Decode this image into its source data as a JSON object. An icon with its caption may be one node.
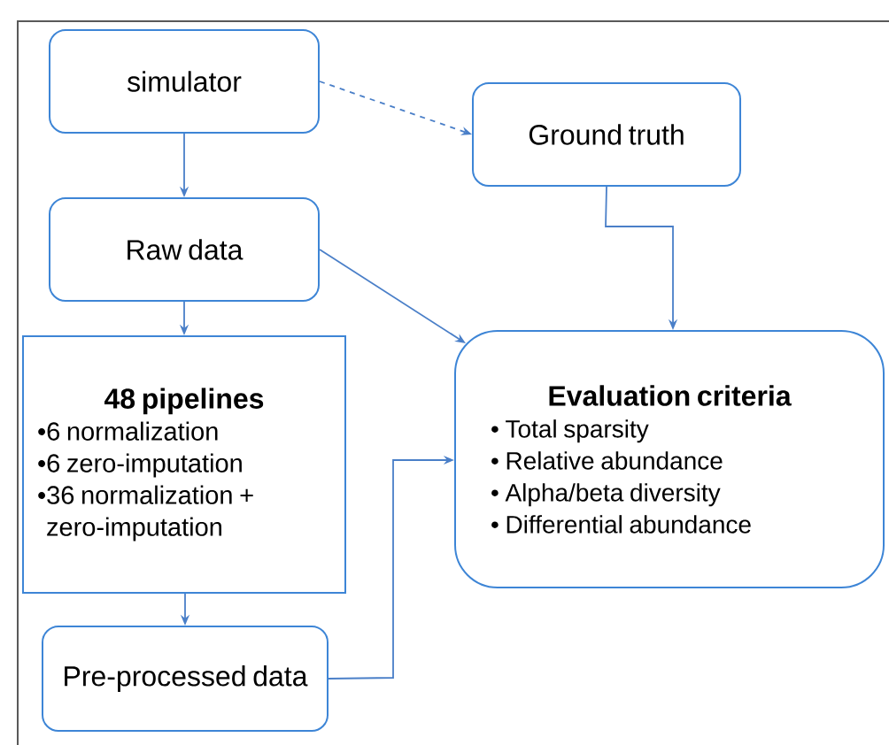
{
  "diagram": {
    "nodes": [
      {
        "text": [
          "simulator"
        ]
      },
      {
        "text": [
          "Ground truth"
        ]
      },
      {
        "text": [
          "Raw data"
        ]
      },
      {
        "text": [
          "48 pipelines",
          "•6 normalization",
          "•6 zero-imputation",
          "•36 normalization + zero-imputation"
        ]
      },
      {
        "text": [
          "Pre-processed data"
        ]
      },
      {
        "text": [
          "Evaluation criteria",
          "•  Total sparsity",
          "•  Relative abundance",
          "•  Alpha/beta diversity",
          "•  Differential abundance"
        ]
      }
    ],
    "edges": [
      {
        "from": 0,
        "to": 1,
        "arrow": "to",
        "style": "dashed"
      },
      {
        "from": 0,
        "to": 2,
        "arrow": "to"
      },
      {
        "from": 2,
        "to": 3,
        "arrow": "to"
      },
      {
        "from": 2,
        "to": 5,
        "arrow": "to"
      },
      {
        "from": 1,
        "to": 5,
        "arrow": "to"
      },
      {
        "from": 3,
        "to": 4,
        "arrow": "to"
      },
      {
        "from": 4,
        "to": 5,
        "arrow": "to"
      }
    ]
  }
}
